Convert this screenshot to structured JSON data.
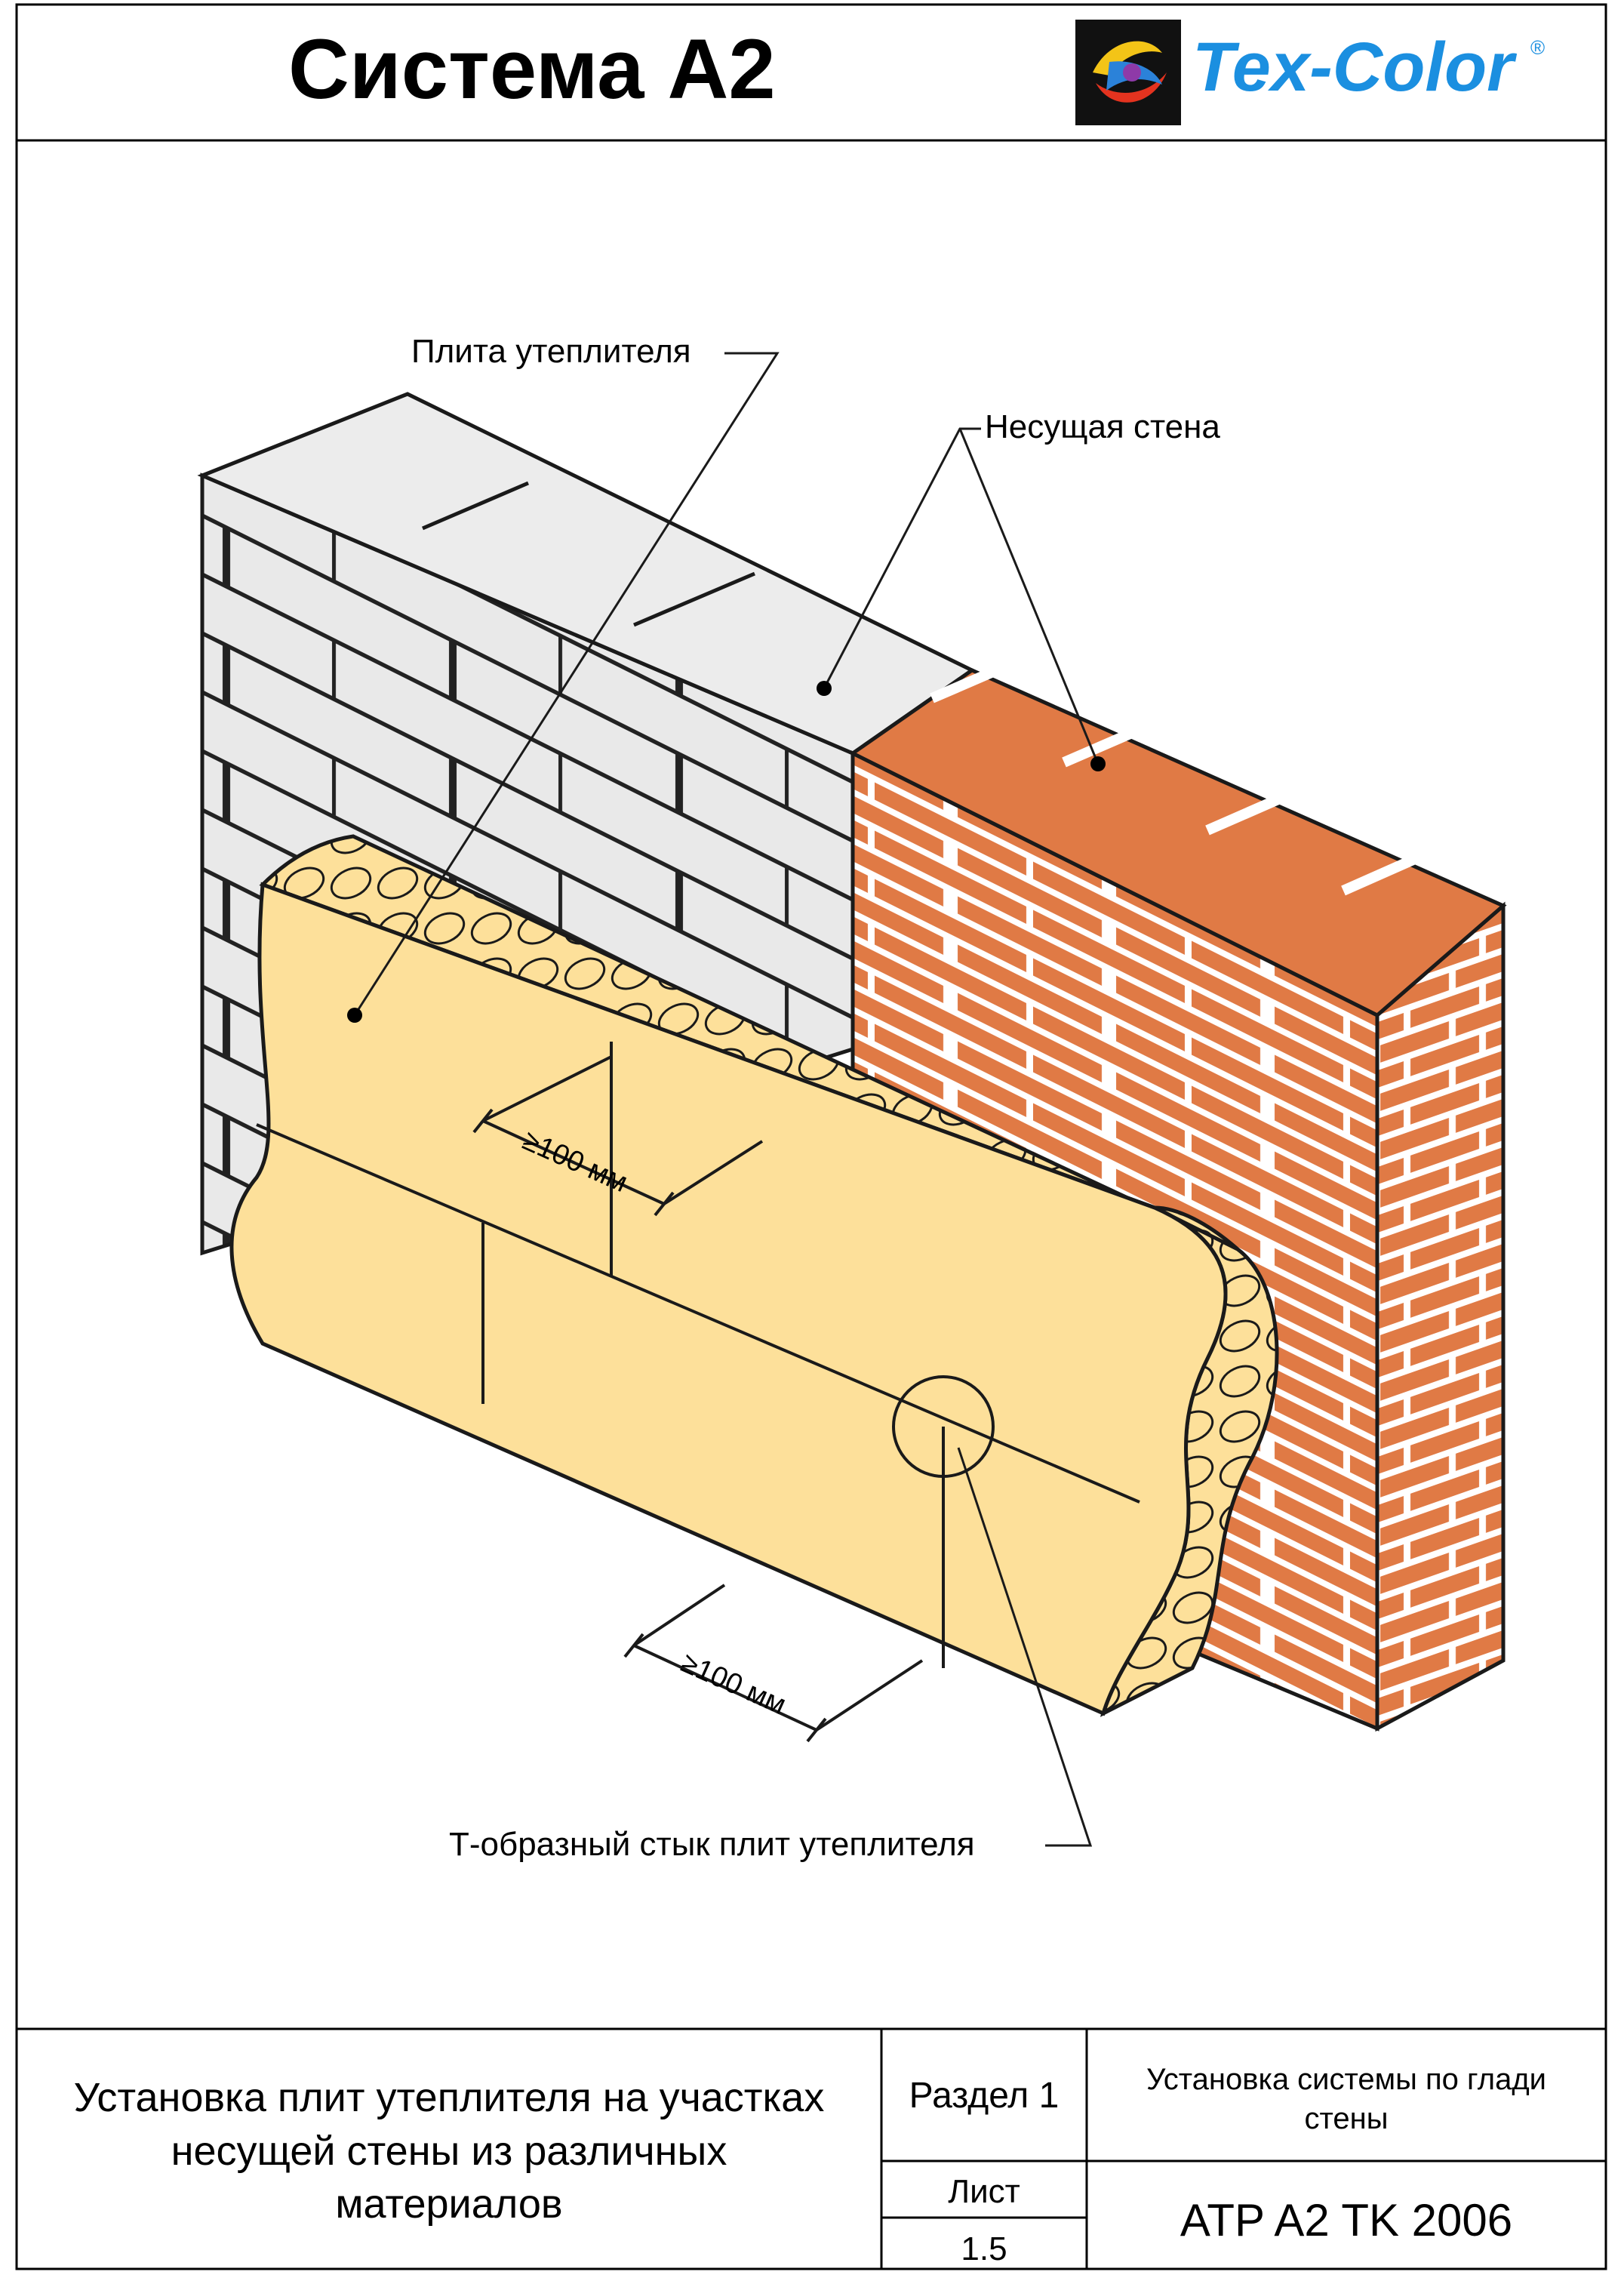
{
  "header": {
    "title": "Система A2",
    "logo_text": "Tex-Color",
    "logo_mark": "®"
  },
  "diagram": {
    "labels": {
      "insulation_board": "Плита утеплителя",
      "load_bearing_wall": "Несущая стена",
      "t_joint": "Т-образный стык плит утеплителя",
      "offset_upper": "≥100 мм",
      "offset_lower": "≥100 мм"
    }
  },
  "title_block": {
    "description_lines": [
      "Установка плит утеплителя на участках",
      "несущей стены из различных",
      "материалов"
    ],
    "section": "Раздел 1",
    "subject_lines": [
      "Установка системы по глади",
      "стены"
    ],
    "sheet_label": "Лист",
    "sheet_number": "1.5",
    "code": "ATP A2 TK 2006"
  },
  "colors": {
    "block_wall": "#e9e9e9",
    "brick": "#e07a45",
    "mortar": "#ffffff",
    "insulation": "#fde09a",
    "outline": "#1a1a1a",
    "logo_blue": "#1b8fe0"
  }
}
